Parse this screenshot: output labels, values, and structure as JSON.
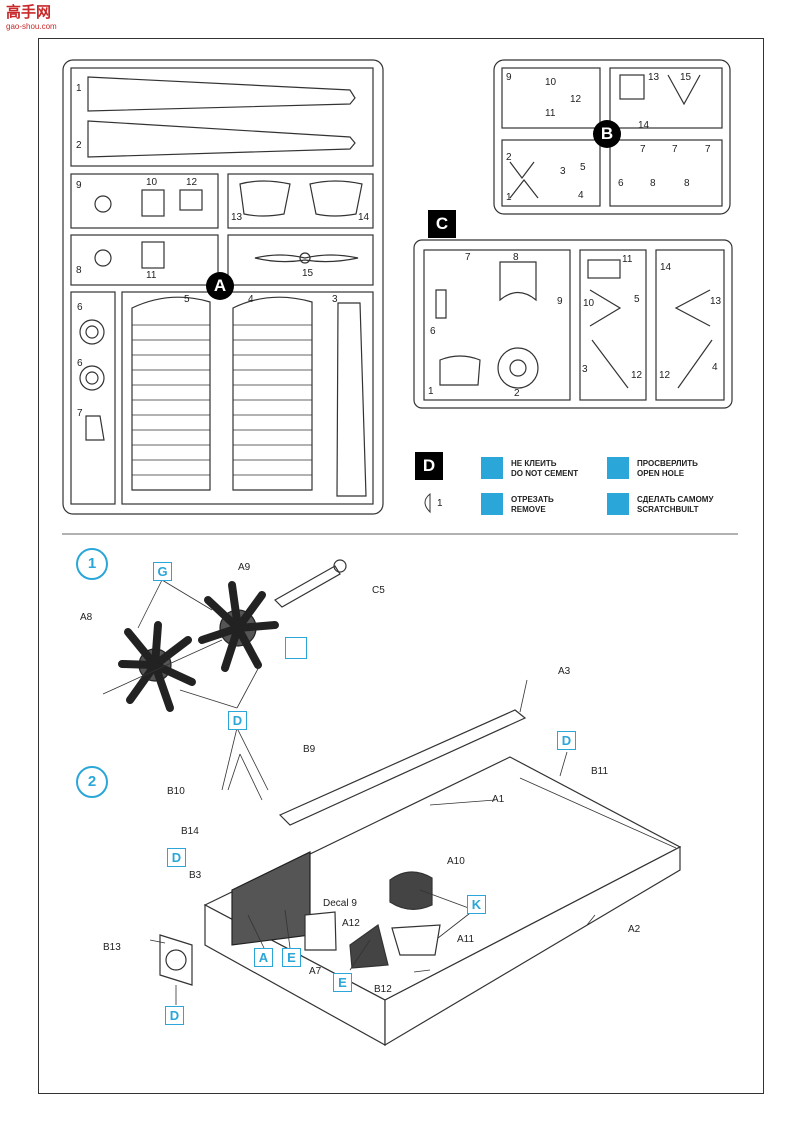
{
  "watermark": {
    "site": "高手网",
    "url": "gao-shou.com"
  },
  "sprues": {
    "A": {
      "tag": "A",
      "numbers": [
        "1",
        "2",
        "9",
        "10",
        "12",
        "13",
        "14",
        "8",
        "11",
        "15",
        "5",
        "4",
        "3",
        "6",
        "6",
        "7"
      ]
    },
    "B": {
      "tag": "B",
      "numbers": [
        "9",
        "10",
        "12",
        "11",
        "13",
        "15",
        "14",
        "2",
        "3",
        "5",
        "1",
        "4",
        "6",
        "7",
        "7",
        "7",
        "8",
        "8"
      ]
    },
    "C": {
      "tag": "C",
      "numbers": [
        "7",
        "8",
        "11",
        "14",
        "6",
        "9",
        "10",
        "5",
        "13",
        "1",
        "2",
        "3",
        "12",
        "12",
        "4"
      ]
    },
    "D": {
      "tag": "D",
      "numbers": [
        "1"
      ]
    }
  },
  "legend": {
    "no_cement": "НЕ КЛЕИТЬ\nDO NOT CEMENT",
    "open_hole": "ПРОСВЕРЛИТЬ\nOPEN HOLE",
    "remove": "ОТРЕЗАТЬ\nREMOVE",
    "scratchbuilt": "СДЕЛАТЬ САМОМУ\nSCRATCHBUILT"
  },
  "steps": [
    "1",
    "2"
  ],
  "step1": {
    "part_labels": [
      "A9",
      "C5",
      "A8"
    ],
    "callouts": [
      "G",
      "D"
    ]
  },
  "step2": {
    "part_labels": [
      "A3",
      "B9",
      "B10",
      "A1",
      "B11",
      "B14",
      "B3",
      "A10",
      "Decal 9",
      "A12",
      "A11",
      "A2",
      "B13",
      "A7",
      "B12"
    ],
    "callouts": [
      "D",
      "D",
      "A",
      "E",
      "K",
      "E",
      "D"
    ]
  },
  "colors": {
    "accent": "#2aa6d8",
    "line": "#333333",
    "shade": "#555555"
  }
}
